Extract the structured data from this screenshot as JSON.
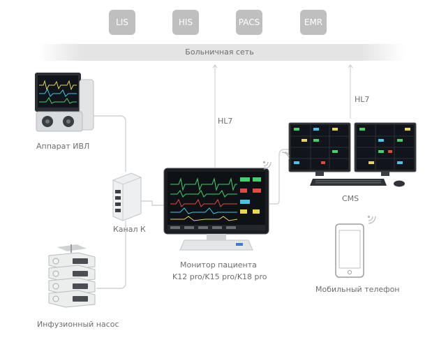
{
  "systems": [
    "LIS",
    "HIS",
    "PACS",
    "EMR"
  ],
  "network_label": "Больничная сеть",
  "hl7_labels": [
    "HL7",
    "HL7"
  ],
  "devices": {
    "ventilator": "Аппарат ИВЛ",
    "channel": "Канал К",
    "infusion": "Инфузионный насос",
    "monitor_line1": "Монитор пациента",
    "monitor_line2": "K12 pro/K15 pro/K18 pro",
    "cms": "CMS",
    "phone": "Мобильный телефон"
  },
  "colors": {
    "badge": "#bfbfbf",
    "connector": "#cfcfcf",
    "arrow": "#c8c8c8",
    "screen_bg": "#1a1d22",
    "wave_green": "#3fd46a",
    "wave_yellow": "#e6d84a",
    "wave_cyan": "#45c6e6",
    "wave_red": "#e5493b"
  },
  "icons": [
    "wifi-icon",
    "wifi-icon",
    "wifi-icon"
  ]
}
